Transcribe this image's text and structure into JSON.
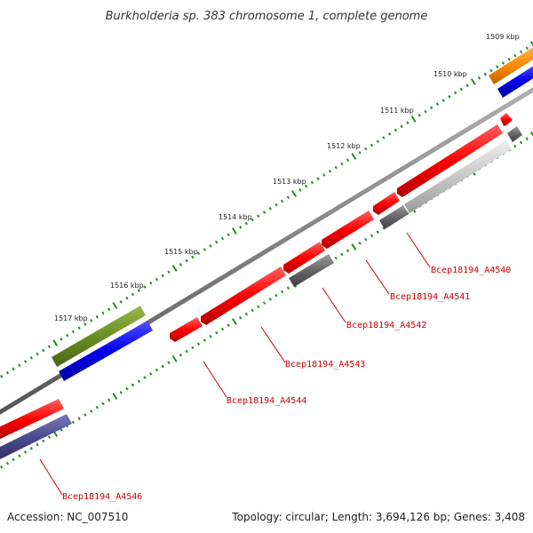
{
  "title": "Burkholderia sp. 383 chromosome 1, complete genome",
  "footer": {
    "accession": "Accession: NC_007510",
    "summary": "Topology: circular; Length: 3,694,126 bp; Genes: 3,408"
  },
  "scale_labels": [
    "1509 kbp",
    "1510 kbp",
    "1511 kbp",
    "1512 kbp",
    "1513 kbp",
    "1514 kbp",
    "1515 kbp",
    "1516 kbp",
    "1517 kbp"
  ],
  "gene_labels": [
    "Bcep18194_A4540",
    "Bcep18194_A4541",
    "Bcep18194_A4542",
    "Bcep18194_A4543",
    "Bcep18194_A4544",
    "Bcep18194_A4546"
  ],
  "colors": {
    "cds_red": "#ff0000",
    "rna_gray": "#666666",
    "pseudo_lightgray": "#c8c8c8",
    "orange": "#ff8c00",
    "blue": "#0000ee",
    "olive": "#6b8e23",
    "slate": "#4b4b8f",
    "tick_green": "#228b22",
    "backbone": "#808080",
    "label_red": "#cc0000"
  }
}
